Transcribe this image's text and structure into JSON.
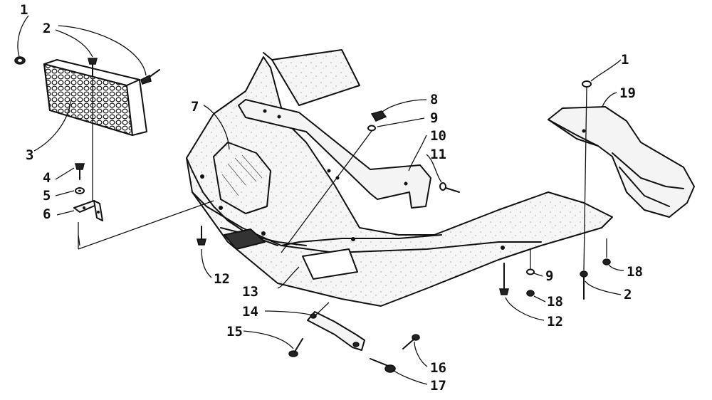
{
  "diagram": {
    "callouts": [
      {
        "id": "c1a",
        "text": "1"
      },
      {
        "id": "c2a",
        "text": "2"
      },
      {
        "id": "c3",
        "text": "3"
      },
      {
        "id": "c4",
        "text": "4"
      },
      {
        "id": "c5",
        "text": "5"
      },
      {
        "id": "c6",
        "text": "6"
      },
      {
        "id": "c7",
        "text": "7"
      },
      {
        "id": "c8",
        "text": "8"
      },
      {
        "id": "c9a",
        "text": "9"
      },
      {
        "id": "c10",
        "text": "10"
      },
      {
        "id": "c11",
        "text": "11"
      },
      {
        "id": "c12a",
        "text": "12"
      },
      {
        "id": "c13",
        "text": "13"
      },
      {
        "id": "c14",
        "text": "14"
      },
      {
        "id": "c15",
        "text": "15"
      },
      {
        "id": "c16",
        "text": "16"
      },
      {
        "id": "c17",
        "text": "17"
      },
      {
        "id": "c1b",
        "text": "1"
      },
      {
        "id": "c19",
        "text": "19"
      },
      {
        "id": "c9b",
        "text": "9"
      },
      {
        "id": "c18a",
        "text": "18"
      },
      {
        "id": "c18b",
        "text": "18"
      },
      {
        "id": "c2b",
        "text": "2"
      },
      {
        "id": "c12b",
        "text": "12"
      }
    ]
  }
}
